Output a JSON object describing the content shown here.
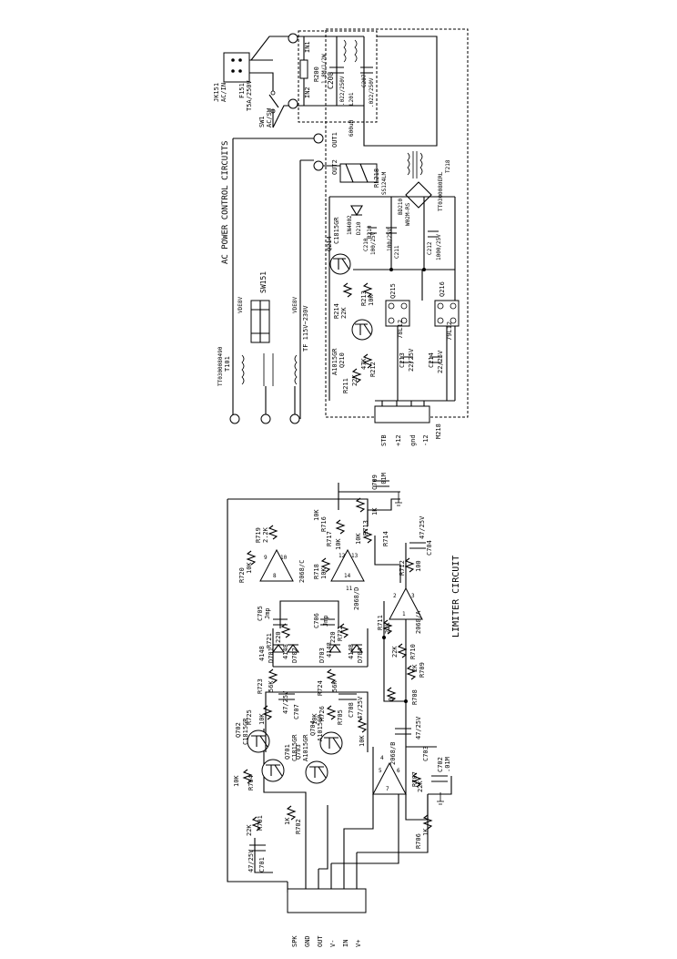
{
  "titles": {
    "ac_power": "AC POWER CONTROL CIRCUITS",
    "limiter": "LIMITER CIRCUIT"
  },
  "ac": {
    "jk151": "JK151",
    "ac_in": "AC/IN",
    "f151": "F151",
    "fuse": "T5A/250V",
    "sw1": "SW1",
    "ac_sw": "AC/SW",
    "in1": "IN1",
    "in2": "IN2",
    "out1": "OUT1",
    "out2": "OUT2",
    "r200": "R200",
    "r200_val": "1.8M/1/2W",
    "c208": "C208",
    "c208_val": ".022/250V",
    "l201": "L201",
    "l201_val": "600uH",
    "c207": "C207",
    "c207_val": ".022/250V",
    "t218": "T218",
    "t218_pn": "TT0300080ERL",
    "relay": "RL218",
    "relay_pn": "SS124LM",
    "sw151": "SW151",
    "tf": "TF 115V~230V",
    "t101": "T101",
    "t101_pn": "TT0300080490",
    "voltage_hi": "VDE8V",
    "voltage_lo": "VDE8V",
    "q214": "Q214",
    "q214_pn": "C1815GR",
    "d210": "D210",
    "d210_pn": "1N4002",
    "c210": "C210",
    "c210_val": "100/25V",
    "r210": "R210",
    "c211": "C211",
    "c211_val": "100/25V",
    "bd210": "BD210",
    "bd210_pn": "W02M-RS",
    "c212": "C212",
    "c212_val": "1000/25V",
    "r214": "R214",
    "r214_val": "22K",
    "r213": "R213",
    "r213_val": "10K",
    "q210": "Q210",
    "q210_pn": "A1015GR",
    "q215": "Q215",
    "q215_pn": "78L12",
    "q216": "Q216",
    "q216_pn": "79L12",
    "r211": "R211",
    "r211_val": "22K",
    "r212": "R212",
    "r212_val": "47K",
    "c213": "C213",
    "c213_val": "22/25V",
    "c214": "C214",
    "c214_val": "22/25V",
    "m218": "M218",
    "pins": [
      "STB",
      "+12",
      "gnd",
      "-12"
    ]
  },
  "limiter": {
    "connector_pins": [
      "SPK",
      "GND",
      "OUT",
      "V-",
      "IN",
      "V+"
    ],
    "r701": "R701",
    "r701_val": "22K",
    "c701": "C701",
    "c701_val": "47/25V",
    "r702": "R702",
    "r702_val": "1K",
    "r704": "R704",
    "r704_val": "10K",
    "q701": "Q701",
    "q701_pn": "C1815GR",
    "q702": "Q702",
    "q702_pn": "C1815GR",
    "q703": "Q703",
    "q703_pn": "A1015GR",
    "q704": "Q704",
    "q704_pn": "A1015GR",
    "r725": "R725",
    "r725_val": "10K",
    "r726": "R726",
    "r726_val": "10K",
    "r705": "R705",
    "r705_val": "10K",
    "r723": "R723",
    "r723_val": "56K",
    "r724": "R724",
    "r724_val": "56K",
    "c707": "C707",
    "c707_val": "47/25V",
    "c708": "C708",
    "c708_val": "47/25V",
    "d701": "D701",
    "d701_pn": "4148",
    "d702": "D702",
    "d702_pn": "4148",
    "d703": "D703",
    "d703_pn": "4148",
    "d704": "D704",
    "d704_pn": "4148",
    "r721": "R721",
    "r721_val": "220",
    "r722": "R722",
    "r722_val": "220",
    "c705": "C705",
    "c705_val": "Jmp",
    "c706": "C706",
    "c706_val": "Jmp",
    "r720": "R720",
    "r720_val": "10K",
    "r719": "R719",
    "r719_val": "2.2K",
    "r718": "R718",
    "r718_val": "10K",
    "r717": "R717",
    "r717_val": "10K",
    "r716": "R716",
    "r716_val": "10K",
    "r713": "R713",
    "r713_val": "10K",
    "r714": "R714",
    "r712": "R712",
    "r712_val": "100",
    "r711": "R711",
    "r711_val": "22K",
    "r710": "R710",
    "r710_val": "22K",
    "r709": "R709",
    "r709_val": "2K",
    "r708": "R708",
    "r708_val": "0",
    "r707": "R707",
    "r707_val": "22K",
    "r706": "R706",
    "r706_val": "1K",
    "c702": "C702",
    "c702_val": ".01M",
    "c703": "C703",
    "c703_val": "47/25V",
    "c704": "C704",
    "c704_val": "47/25V",
    "c709": "C709",
    "c709_val": ".01M",
    "vr": "1K",
    "u_a": "2068/A",
    "u_b": "2068/B",
    "u_c": "2068/C",
    "u_d": "2068/D",
    "pin_labels": [
      "8",
      "9",
      "10",
      "11",
      "12",
      "13",
      "14",
      "1",
      "2",
      "3",
      "5",
      "6",
      "7",
      "4"
    ]
  }
}
